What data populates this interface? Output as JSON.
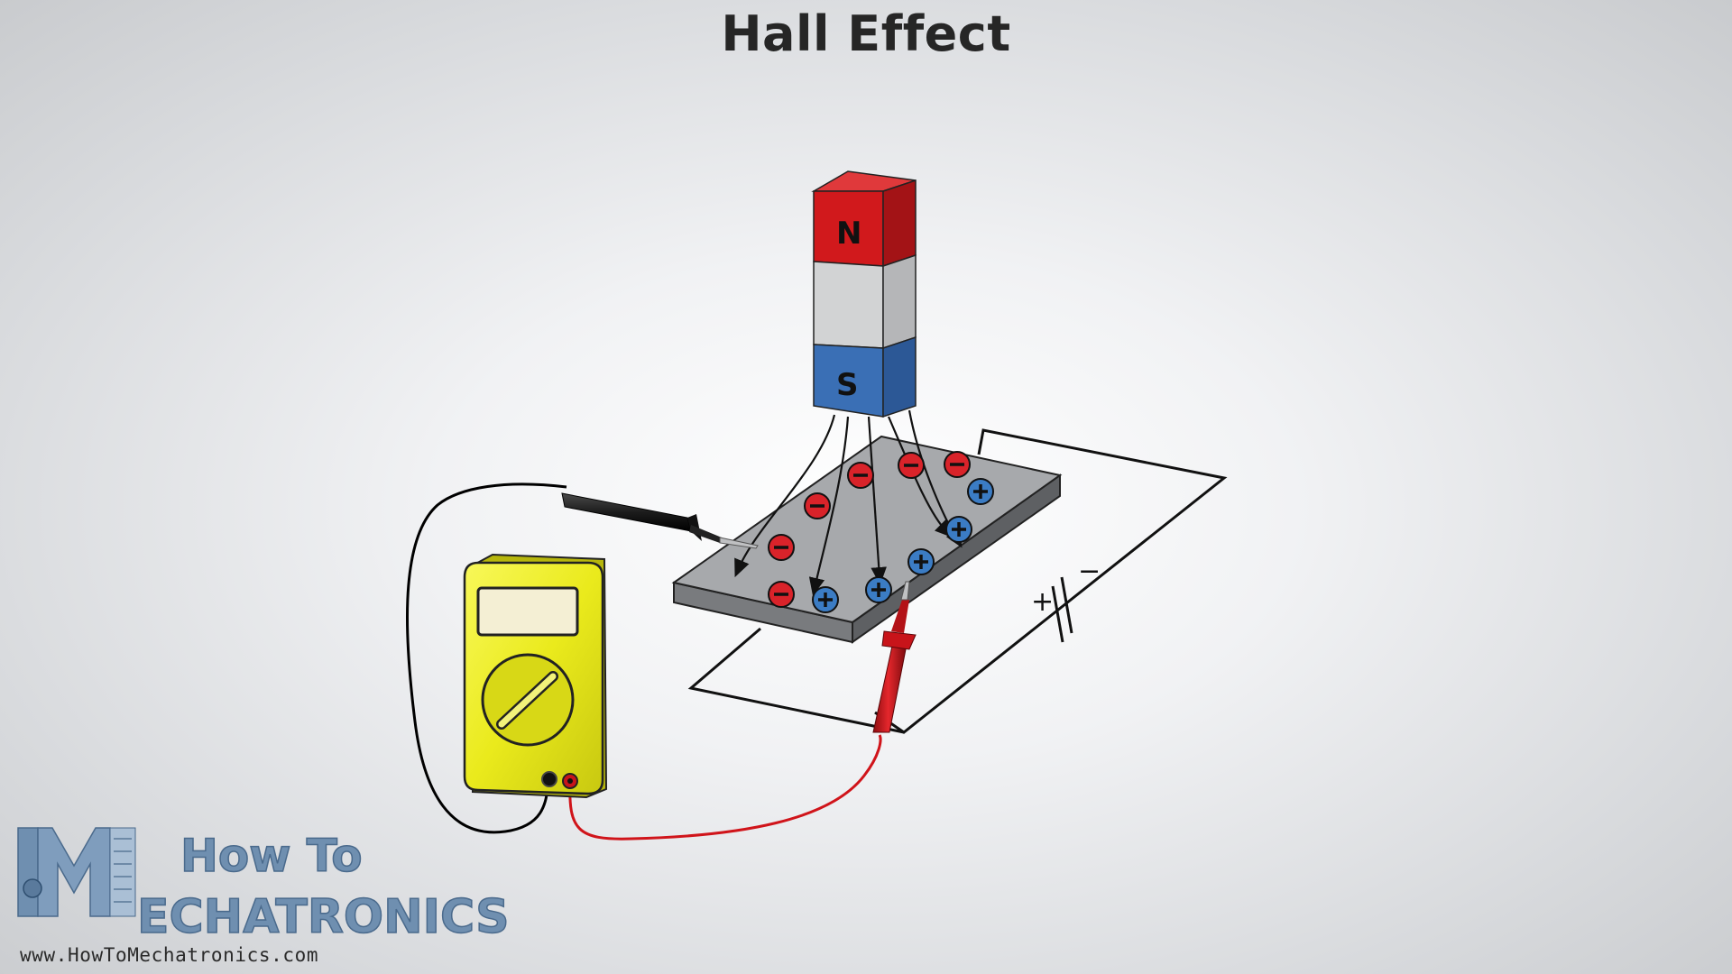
{
  "title": "Hall Effect",
  "magnet": {
    "north_label": "N",
    "south_label": "S",
    "colors": {
      "north": "#c8191c",
      "middle": "#cfd0d1",
      "south": "#3a6fb5"
    }
  },
  "charges": {
    "negative_symbol": "−",
    "positive_symbol": "+",
    "colors": {
      "negative": "#d9232a",
      "positive": "#3b7cc4"
    }
  },
  "battery": {
    "plus_label": "+",
    "minus_label": "−"
  },
  "multimeter": {
    "colors": {
      "body": "#ecec1e",
      "probe_black": "#1e1e1e",
      "probe_red": "#c8141a"
    }
  },
  "logo": {
    "line1": "How To",
    "line2_first": "M",
    "line2_rest": "ECHATRONICS",
    "url": "www.HowToMechatronics.com"
  }
}
